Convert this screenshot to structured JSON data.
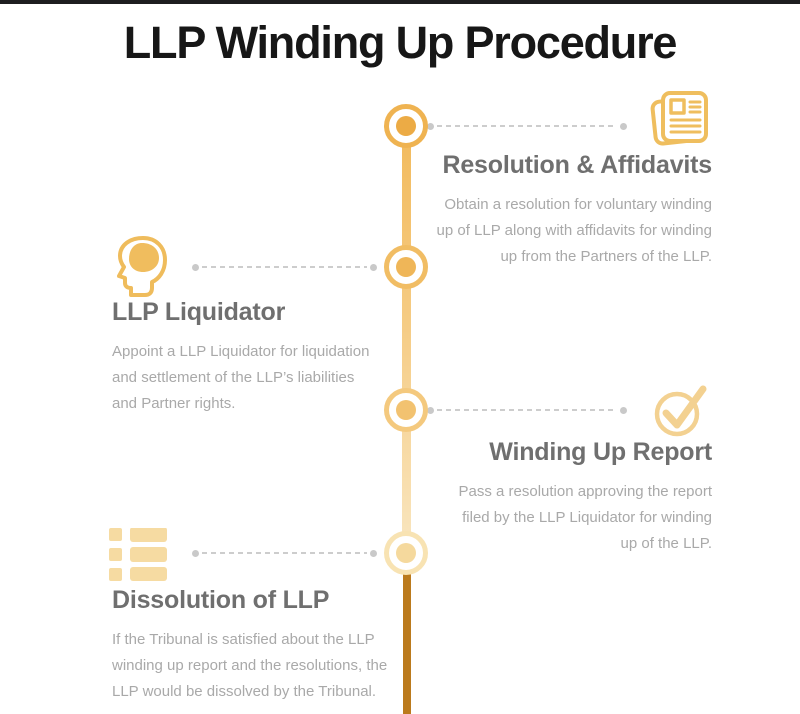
{
  "title": "LLP Winding Up Procedure",
  "palette": {
    "accent_orange": "#efb351",
    "mid_orange": "#f1bd64",
    "light_orange": "#f4c97e",
    "pale_orange": "#f8e3b3",
    "dark_gold_line": "#bb7a1d",
    "connector_gray": "#cdcdcd",
    "title_black": "#171717",
    "heading_gray": "#6f6f6f",
    "body_gray": "#a9a9a9"
  },
  "steps": [
    {
      "title": "Resolution & Affidavits",
      "side": "right",
      "icon": "newspaper-icon",
      "desc_lines": [
        "Obtain a resolution for voluntary winding",
        "up of LLP along with affidavits for winding",
        "up from the Partners of the LLP."
      ]
    },
    {
      "title": "LLP Liquidator",
      "side": "left",
      "icon": "head-brain-icon",
      "desc_lines": [
        "Appoint a LLP Liquidator for liquidation",
        "and settlement of the LLP’s liabilities",
        "and Partner rights."
      ]
    },
    {
      "title": "Winding Up Report",
      "side": "right",
      "icon": "check-circle-icon",
      "desc_lines": [
        "Pass a resolution approving the report",
        "filed by the LLP Liquidator for winding",
        "up of the LLP."
      ]
    },
    {
      "title": "Dissolution of LLP",
      "side": "left",
      "icon": "list-icon",
      "desc_lines": [
        "If the Tribunal is satisfied about the LLP",
        "winding up report and the resolutions, the",
        "LLP would be dissolved by the Tribunal."
      ]
    }
  ]
}
